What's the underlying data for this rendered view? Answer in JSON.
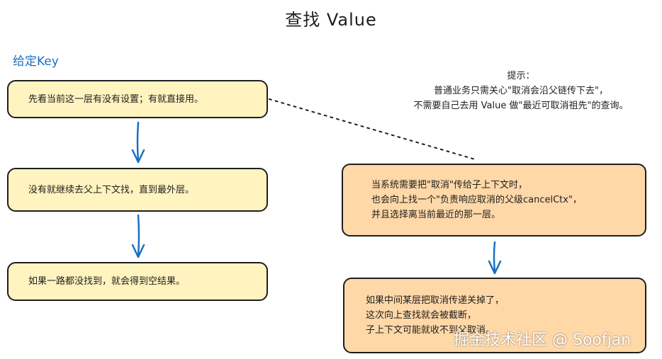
{
  "title": "查找 Value",
  "given_key": "给定Key",
  "hint": {
    "line1": "提示：",
    "line2": "普通业务只需关心\"取消会沿父链传下去\"，",
    "line3": "不需要自己去用 Value 做\"最近可取消祖先\"的查询。"
  },
  "left_steps": [
    "先看当前这一层有没有设置；有就直接用。",
    "没有就继续去父上下文找，直到最外层。",
    "如果一路都没找到，就会得到空结果。"
  ],
  "right_steps": [
    {
      "lines": [
        "当系统需要把\"取消\"传给子上下文时，",
        "也会向上找一个\"负责响应取消的父级cancelCtx\"，",
        "并且选择离当前最近的那一层。"
      ]
    },
    {
      "lines": [
        "如果中间某层把取消传递关掉了，",
        "这次向上查找就会被截断，",
        "子上下文可能就收不到父取消。"
      ]
    }
  ],
  "watermark": "掘金技术社区 @ Soofjan",
  "colors": {
    "yellow_box": "#fff3bf",
    "orange_box": "#ffd8a8",
    "arrow": "#1971c2",
    "key_label": "#1971c2"
  }
}
